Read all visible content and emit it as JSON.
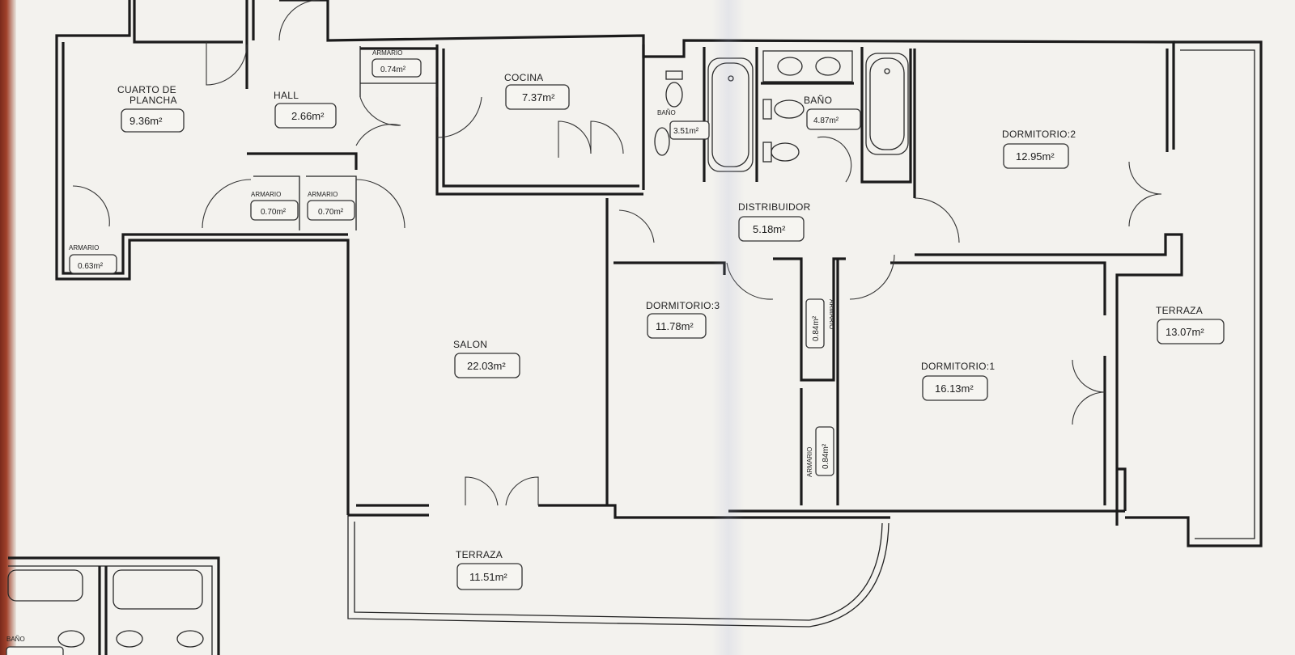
{
  "rooms": {
    "cuarto_plancha": {
      "name_l1": "CUARTO DE",
      "name_l2": "PLANCHA",
      "area": "9.36m²"
    },
    "hall": {
      "name": "HALL",
      "area": "2.66m²"
    },
    "armario_top": {
      "name": "ARMARIO",
      "area": "0.74m²"
    },
    "cocina": {
      "name": "COCINA",
      "area": "7.37m²"
    },
    "bano_small": {
      "name": "BAÑO",
      "area": "3.51m²"
    },
    "bano_large": {
      "name": "BAÑO",
      "area": "4.87m²"
    },
    "dormitorio_2": {
      "name": "DORMITORIO:2",
      "area": "12.95m²"
    },
    "armario_mid_1": {
      "name": "ARMARIO",
      "area": "0.70m²"
    },
    "armario_mid_2": {
      "name": "ARMARIO",
      "area": "0.70m²"
    },
    "armario_corner": {
      "name": "ARMARIO",
      "area": "0.63m²"
    },
    "distribuidor": {
      "name": "DISTRIBUIDOR",
      "area": "5.18m²"
    },
    "dormitorio_3": {
      "name": "DORMITORIO:3",
      "area": "11.78m²"
    },
    "armario_v1": {
      "name": "ARMARIO",
      "area": "0.84m²"
    },
    "armario_v2": {
      "name": "ARMARIO",
      "area": "0.84m²"
    },
    "salon": {
      "name": "SALON",
      "area": "22.03m²"
    },
    "dormitorio_1": {
      "name": "DORMITORIO:1",
      "area": "16.13m²"
    },
    "terraza_right": {
      "name": "TERRAZA",
      "area": "13.07m²"
    },
    "terraza_bottom": {
      "name": "TERRAZA",
      "area": "11.51m²"
    },
    "bano_partial": {
      "name": "BAÑO"
    }
  }
}
